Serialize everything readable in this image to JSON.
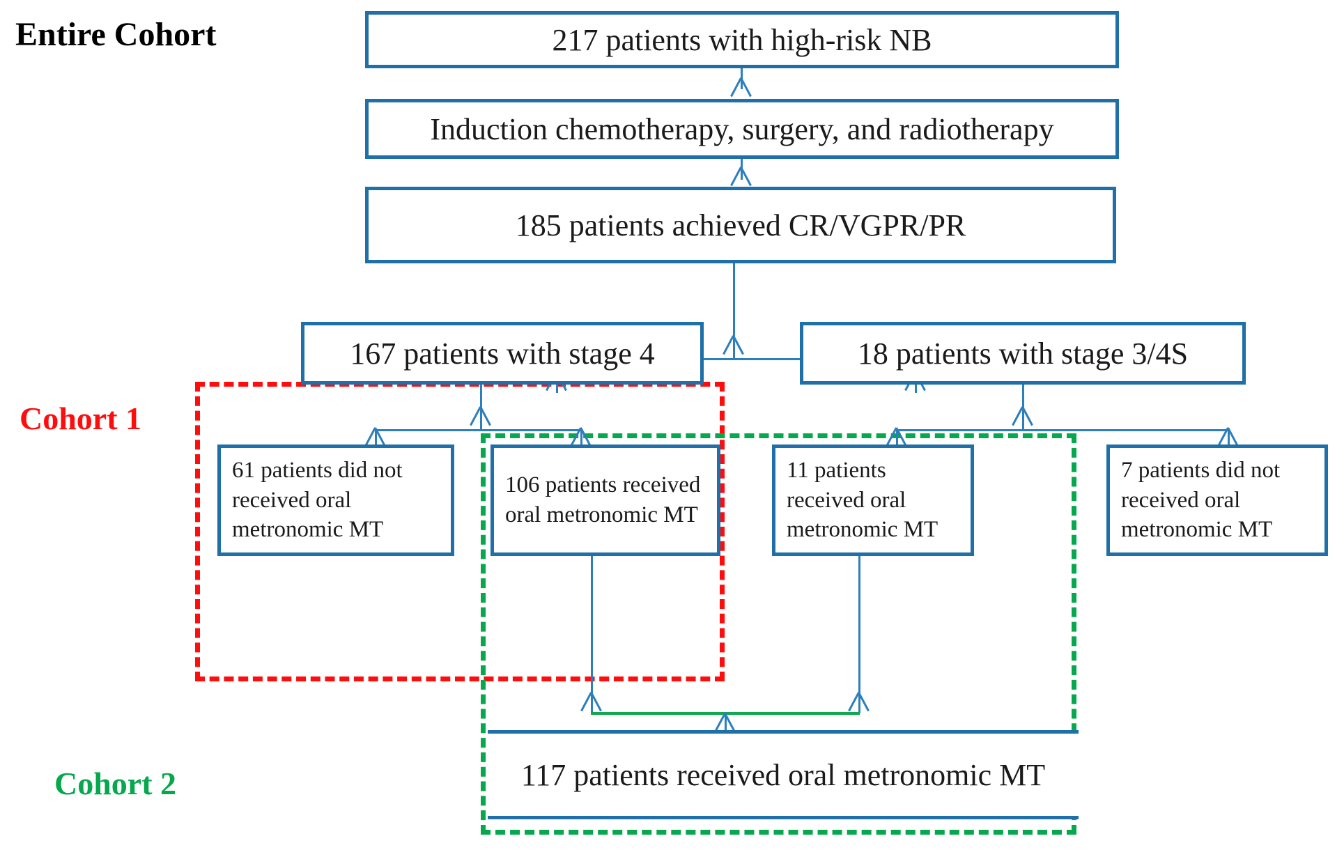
{
  "diagram": {
    "title": "High-risk neuroblastoma patient flow diagram",
    "colors": {
      "box_border": "#1F6FA8",
      "connector": "#2E7EBB",
      "cohort1_red": "#FF0D0D",
      "cohort2_green": "#06A84E",
      "merge_line_green": "#12A84E",
      "text": "#1a1a1a"
    }
  },
  "labels": {
    "entire_cohort": "Entire Cohort",
    "cohort_1": "Cohort 1",
    "cohort_2": "Cohort 2"
  },
  "nodes": {
    "enrolled": "217 patients with high-risk NB",
    "treatment": "Induction chemotherapy, surgery, and radiotherapy",
    "response": "185 patients achieved CR/VGPR/PR",
    "stage4": "167 patients with stage 4",
    "stage34s": "18 patients with stage 3/4S",
    "no_mt_stage4": "61 patients did not received oral metronomic MT",
    "mt_stage4": "106 patients received oral metronomic MT",
    "mt_stage34s": "11 patients received oral metronomic MT",
    "no_mt_stage34s": "7 patients did not received oral metronomic MT",
    "mt_total": "117 patients received oral metronomic MT"
  },
  "chart_data": {
    "type": "diagram",
    "flow": [
      {
        "id": "enrolled",
        "label": "217 patients with high-risk NB",
        "count": 217,
        "level": 0
      },
      {
        "id": "treatment",
        "label": "Induction chemotherapy, surgery, and radiotherapy",
        "count": null,
        "level": 1
      },
      {
        "id": "response",
        "label": "185 patients achieved CR/VGPR/PR",
        "count": 185,
        "level": 2
      },
      {
        "id": "stage4",
        "label": "167 patients with stage 4",
        "count": 167,
        "level": 3,
        "parent": "response"
      },
      {
        "id": "stage34s",
        "label": "18 patients with stage 3/4S",
        "count": 18,
        "level": 3,
        "parent": "response"
      },
      {
        "id": "no_mt_stage4",
        "label": "61 patients did not received oral metronomic MT",
        "count": 61,
        "level": 4,
        "parent": "stage4"
      },
      {
        "id": "mt_stage4",
        "label": "106 patients received oral metronomic MT",
        "count": 106,
        "level": 4,
        "parent": "stage4"
      },
      {
        "id": "mt_stage34s",
        "label": "11 patients received oral metronomic MT",
        "count": 11,
        "level": 4,
        "parent": "stage34s"
      },
      {
        "id": "no_mt_stage34s",
        "label": "7 patients did not received oral metronomic MT",
        "count": 7,
        "level": 4,
        "parent": "stage34s"
      },
      {
        "id": "mt_total",
        "label": "117 patients received oral metronomic MT",
        "count": 117,
        "level": 5,
        "parents": [
          "mt_stage4",
          "mt_stage34s"
        ]
      }
    ],
    "groups": [
      {
        "name": "Entire Cohort",
        "color": "#000000",
        "members": [
          "enrolled",
          "treatment",
          "response"
        ]
      },
      {
        "name": "Cohort 1",
        "color": "#FF0D0D",
        "members": [
          "stage4",
          "no_mt_stage4",
          "mt_stage4"
        ]
      },
      {
        "name": "Cohort 2",
        "color": "#06A84E",
        "members": [
          "mt_stage4",
          "mt_stage34s",
          "mt_total"
        ]
      }
    ]
  }
}
